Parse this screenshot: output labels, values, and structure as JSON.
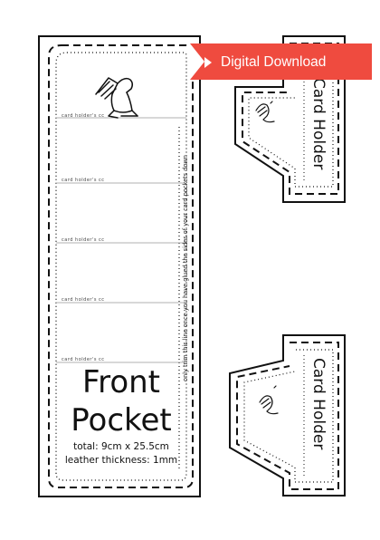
{
  "front_pocket": {
    "title_line1": "Front",
    "title_line2": "Pocket",
    "total_size": "total: 9cm x 25.5cm",
    "leather_thickness": "leather thickness: 1mm",
    "slot_label": "card holder's cc",
    "side_note": "only trim this line once you have glued the sides of your card pockets down"
  },
  "card_holders": [
    {
      "label": "Card Holder"
    },
    {
      "label": "Card Holder"
    }
  ],
  "banner": {
    "label": "Digital Download",
    "color": "#ef4b3f"
  },
  "icons": [
    "winged-sphinx-logo",
    "small-sphinx-stamp"
  ]
}
